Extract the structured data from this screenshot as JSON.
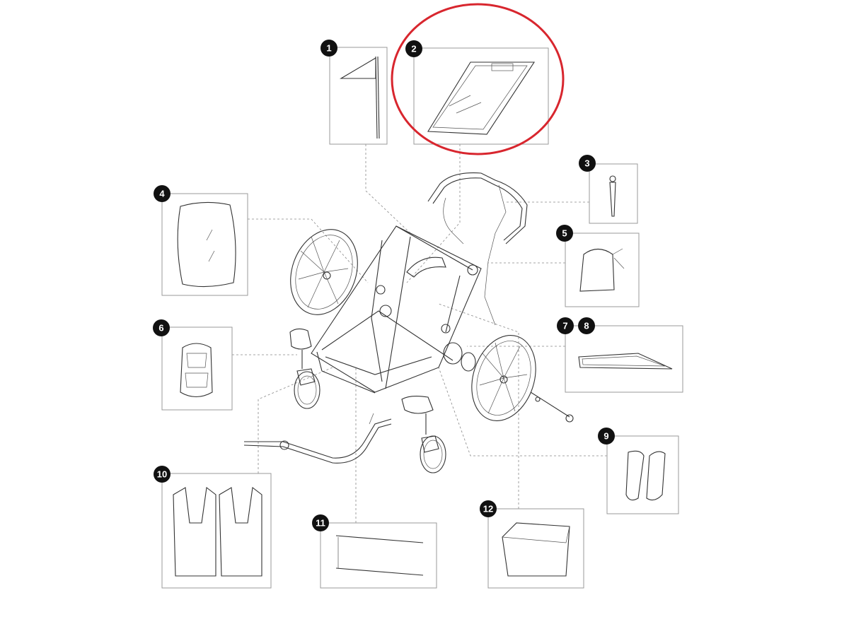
{
  "diagram": {
    "highlight_color": "#d8262e",
    "badge_color": "#111111",
    "highlighted_part": "2",
    "parts": [
      {
        "label": "1"
      },
      {
        "label": "2"
      },
      {
        "label": "3"
      },
      {
        "label": "4"
      },
      {
        "label": "5"
      },
      {
        "label": "6"
      },
      {
        "label": "7"
      },
      {
        "label": "8"
      },
      {
        "label": "9"
      },
      {
        "label": "10"
      },
      {
        "label": "11"
      },
      {
        "label": "12"
      }
    ]
  }
}
